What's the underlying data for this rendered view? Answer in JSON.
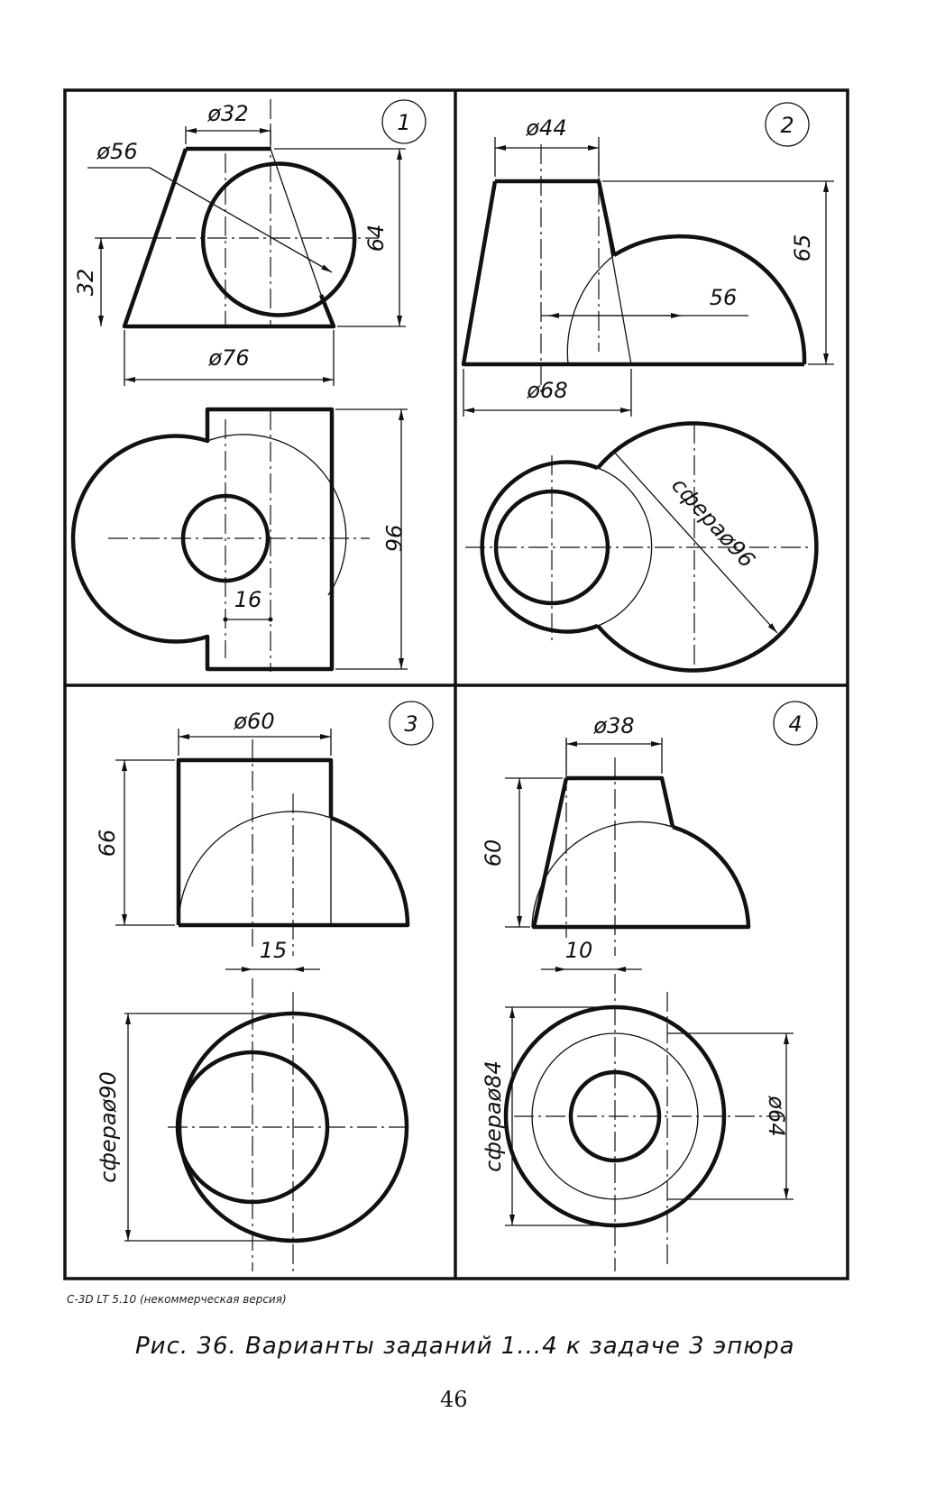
{
  "variants": [
    {
      "number": "1",
      "dims": {
        "top_dia": "ø32",
        "sphere_dia": "ø56",
        "height": "64",
        "offset_h": "32",
        "base_dia": "ø76",
        "plan_height": "96",
        "plan_offset": "16"
      }
    },
    {
      "number": "2",
      "dims": {
        "top_dia": "ø44",
        "height": "65",
        "offset": "56",
        "base_dia": "ø68",
        "sphere": "сфераø96"
      }
    },
    {
      "number": "3",
      "dims": {
        "top_dia": "ø60",
        "height": "66",
        "offset": "15",
        "sphere": "сфераø90"
      }
    },
    {
      "number": "4",
      "dims": {
        "top_dia": "ø38",
        "height": "60",
        "offset": "10",
        "sphere": "сфераø84",
        "circle_dia": "ø64"
      }
    }
  ],
  "software_note": "C-3D LT 5.10 (некоммерческая версия)",
  "caption": "Рис. 36.  Варианты  заданий  1...4  к  задаче  3  эпюра",
  "page_number": "46"
}
